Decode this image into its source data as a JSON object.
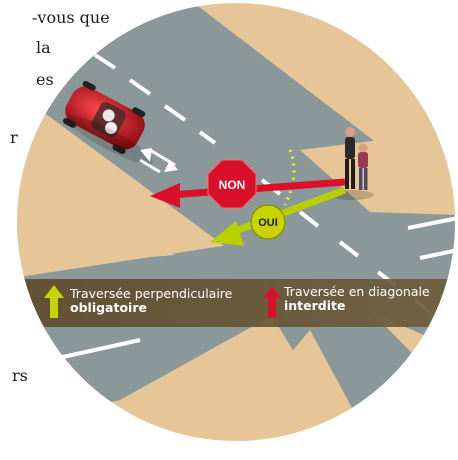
{
  "background_text": {
    "line1": "-vous que",
    "line2": "la",
    "line3": "es",
    "line4": "r",
    "line5": "rs"
  },
  "scene": {
    "non_label": "NON",
    "oui_label": "OUI",
    "legend": {
      "perpendicular_title": "Traversée perpendiculaire",
      "perpendicular_sub": "obligatoire",
      "diagonal_title": "Traversée en diagonale",
      "diagonal_sub": "interdite"
    }
  },
  "colors": {
    "road": "#8b989a",
    "ground": "#e6c597",
    "legend_bar": "#6b5a3a",
    "arrow_red": "#d8102a",
    "arrow_green": "#b9d000",
    "oui_circle": "#c8d300",
    "non_octagon": "#d8102a",
    "car": "#c0141c"
  }
}
